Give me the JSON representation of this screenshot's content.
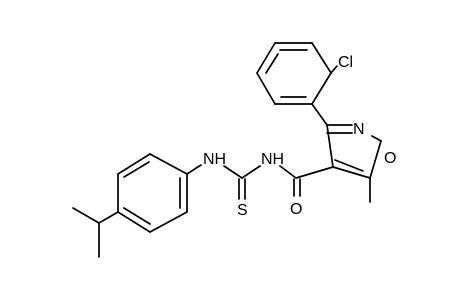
{
  "molecule": {
    "atoms": {
      "cl": "Cl",
      "n_ring": "N",
      "o_ring": "O",
      "nh_left": "NH",
      "nh_right": "NH",
      "s": "S",
      "o_carbonyl": "O"
    },
    "colors": {
      "bond": "#000000",
      "text": "#000000",
      "background": "#ffffff"
    }
  }
}
